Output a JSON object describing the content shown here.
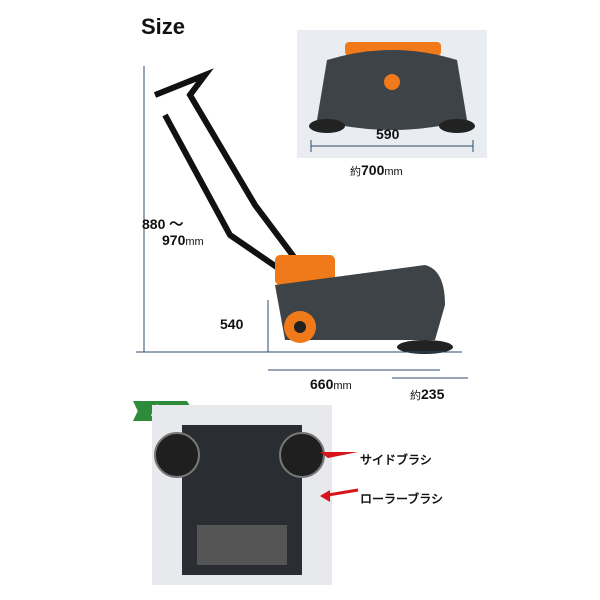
{
  "title": "Size",
  "top_view": {
    "width_value": "590",
    "approx_prefix": "約",
    "approx_value": "700",
    "unit": "mm"
  },
  "side_view": {
    "height_range_top": "880 ～",
    "height_range_bottom": "970",
    "height_unit": "mm",
    "body_height": "540",
    "length_value": "660",
    "length_unit": "mm",
    "brush_prefix": "約",
    "brush_value": "235"
  },
  "bottom_view": {
    "badge": "底面",
    "side_brush_label": "サイドブラシ",
    "roller_brush_label": "ローラーブラシ"
  },
  "colors": {
    "accent": "#f07a1a",
    "arrow": "#d7131b",
    "badge_green": "#2e8b3a",
    "dim_line": "#2c4a6b"
  }
}
